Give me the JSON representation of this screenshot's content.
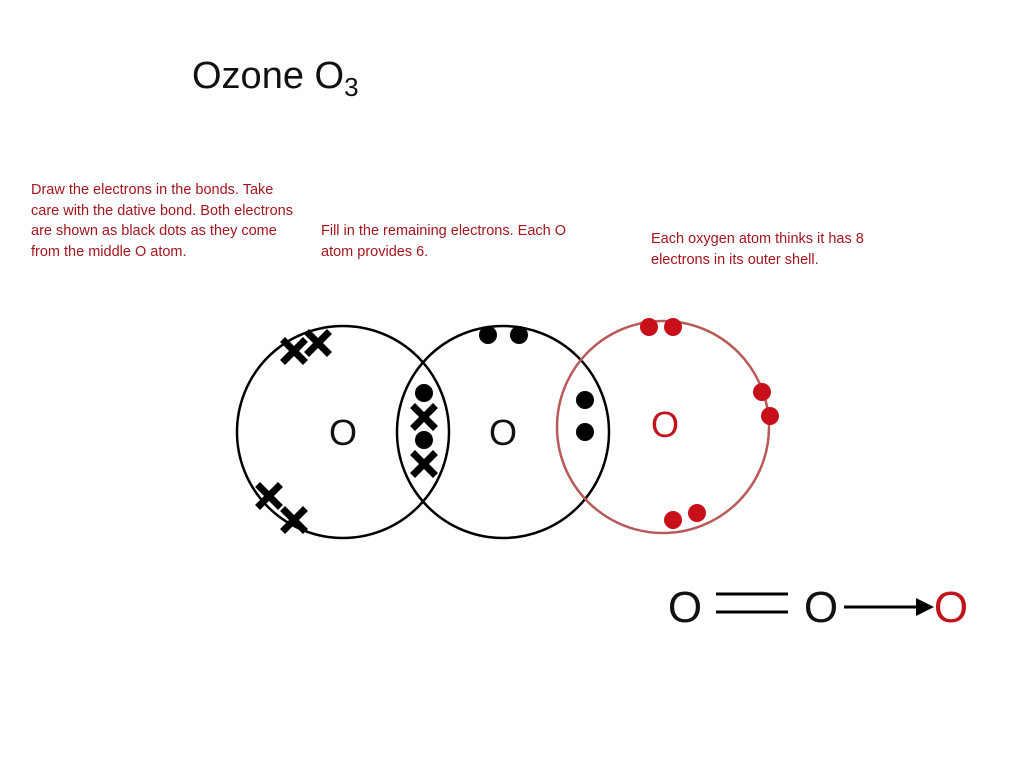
{
  "title": {
    "text": "Ozone O",
    "subscript": "3"
  },
  "notes": [
    "Draw the electrons in the bonds. Take care with the dative bond. Both electrons are shown as black dots as they come from the middle O atom.",
    "Fill in the remaining electrons. Each O atom provides 6.",
    "Each oxygen atom thinks it has 8 electrons in its outer shell."
  ],
  "atoms": [
    {
      "symbol": "O",
      "color": "#111111",
      "shell_color": "#000000"
    },
    {
      "symbol": "O",
      "color": "#111111",
      "shell_color": "#000000"
    },
    {
      "symbol": "O",
      "color": "#c0141c",
      "shell_color": "#b85a5a"
    }
  ],
  "electrons": {
    "cross_color": "#000000",
    "dot_color": "#000000",
    "red_dot_color": "#c8101a"
  },
  "formula": {
    "atoms": [
      "O",
      "O",
      "O"
    ],
    "bond_1": "double",
    "bond_2": "dative-arrow",
    "colors": [
      "#111111",
      "#111111",
      "#c0141c"
    ]
  }
}
